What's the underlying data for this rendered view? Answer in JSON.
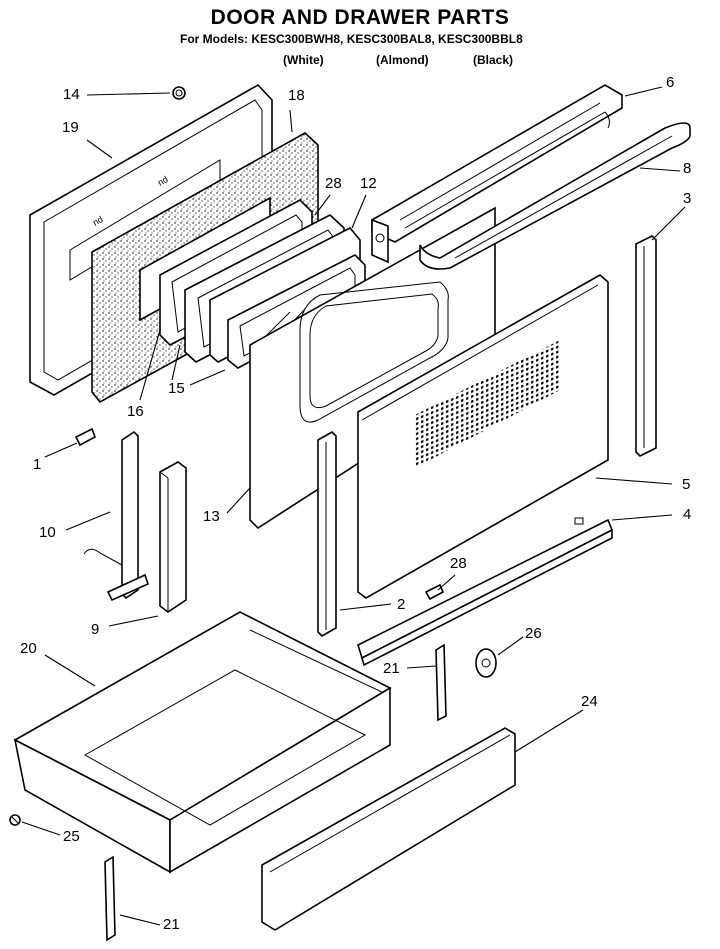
{
  "header": {
    "title": "DOOR AND DRAWER PARTS",
    "models": "For Models: KESC300BWH8, KESC300BAL8, KESC300BBL8",
    "colors": [
      "(White)",
      "(Almond)",
      "(Black)"
    ]
  },
  "callouts": [
    {
      "id": "c14",
      "label": "14"
    },
    {
      "id": "c18",
      "label": "18"
    },
    {
      "id": "c19",
      "label": "19"
    },
    {
      "id": "c28a",
      "label": "28"
    },
    {
      "id": "c12",
      "label": "12"
    },
    {
      "id": "c6",
      "label": "6"
    },
    {
      "id": "c8",
      "label": "8"
    },
    {
      "id": "c3",
      "label": "3"
    },
    {
      "id": "c16",
      "label": "16"
    },
    {
      "id": "c15",
      "label": "15"
    },
    {
      "id": "c1",
      "label": "1"
    },
    {
      "id": "c5",
      "label": "5"
    },
    {
      "id": "c4",
      "label": "4"
    },
    {
      "id": "c10",
      "label": "10"
    },
    {
      "id": "c13",
      "label": "13"
    },
    {
      "id": "c28b",
      "label": "28"
    },
    {
      "id": "c2",
      "label": "2"
    },
    {
      "id": "c9",
      "label": "9"
    },
    {
      "id": "c20",
      "label": "20"
    },
    {
      "id": "c26",
      "label": "26"
    },
    {
      "id": "c21a",
      "label": "21"
    },
    {
      "id": "c24",
      "label": "24"
    },
    {
      "id": "c25",
      "label": "25"
    },
    {
      "id": "c21b",
      "label": "21"
    }
  ]
}
